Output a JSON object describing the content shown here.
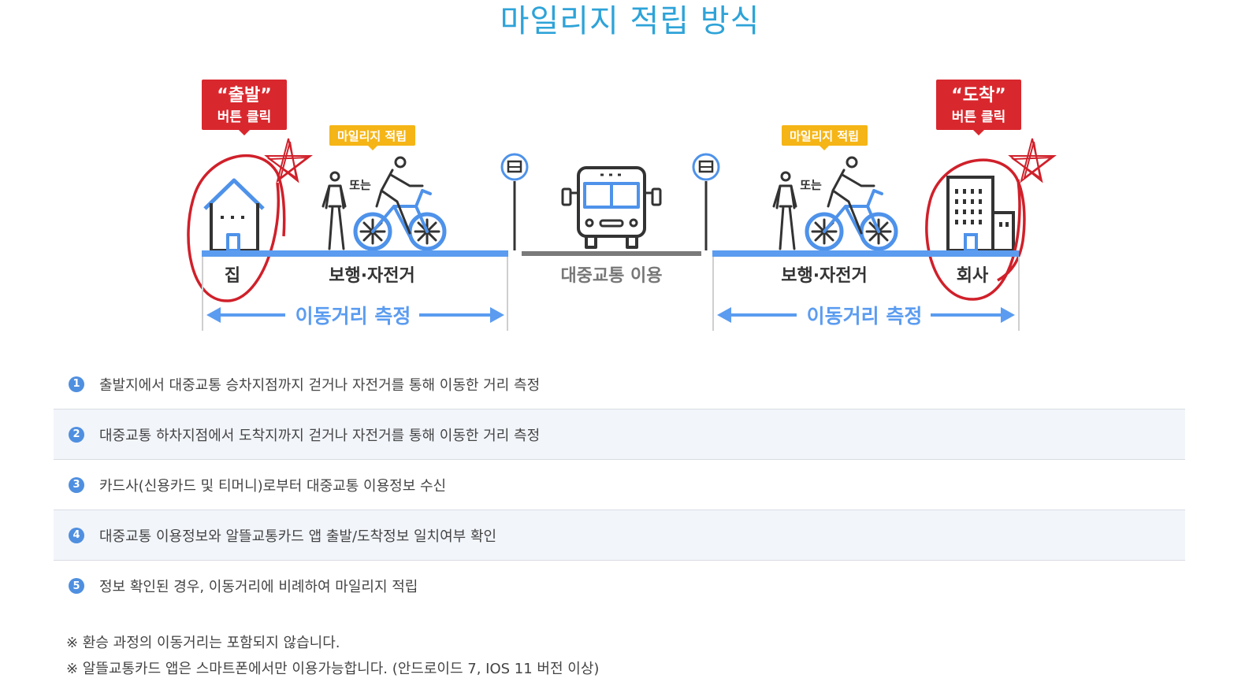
{
  "title": "마일리지 적립 방식",
  "diagram": {
    "depart_callout": {
      "quote": "“출발”",
      "action": "버튼 클릭"
    },
    "arrive_callout": {
      "quote": "“도착”",
      "action": "버튼 클릭"
    },
    "mileage_badge": "마일리지 적립",
    "or_label": "또는",
    "home_label": "집",
    "walk_bike_label": "보행·자전거",
    "transit_label": "대중교통 이용",
    "company_label": "회사",
    "measure_label": "이동거리 측정"
  },
  "steps": [
    {
      "num": "1",
      "text": "출발지에서 대중교통 승차지점까지 걷거나 자전거를 통해 이동한 거리 측정"
    },
    {
      "num": "2",
      "text": "대중교통 하차지점에서 도착지까지 걷거나 자전거를 통해 이동한 거리 측정"
    },
    {
      "num": "3",
      "text": "카드사(신용카드 및 티머니)로부터 대중교통 이용정보 수신"
    },
    {
      "num": "4",
      "text": "대중교통 이용정보와 알뜰교통카드 앱 출발/도착정보 일치여부 확인"
    },
    {
      "num": "5",
      "text": "정보 확인된 경우, 이동거리에 비례하여 마일리지 적립"
    }
  ],
  "notes": [
    "※ 환승 과정의 이동거리는 포함되지 않습니다.",
    "※ 알뜰교통카드 앱은 스마트폰에서만 이용가능합니다. (안드로이드 7, IOS 11 버전 이상)"
  ],
  "colors": {
    "title": "#2ea3d8",
    "callout_red": "#d8282e",
    "badge_yellow": "#f5b516",
    "road_blue": "#5b9cf0",
    "road_gray": "#7a7a7a",
    "icon_dark": "#333333",
    "icon_blue": "#4e92ea",
    "circle_red": "#d0202a",
    "step_circle": "#4f8fe0"
  }
}
